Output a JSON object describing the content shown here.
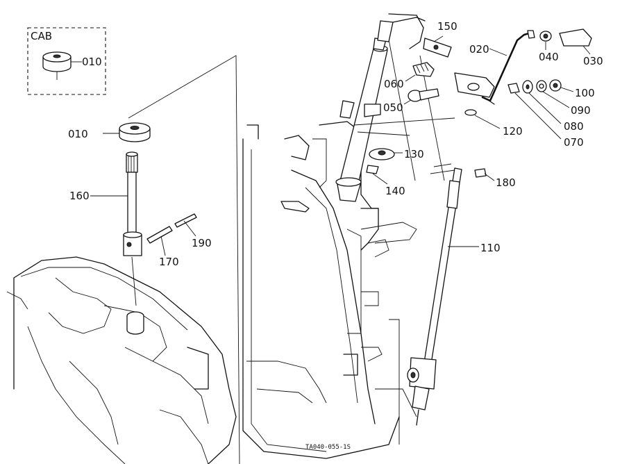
{
  "cab_box": {
    "title": "CAB",
    "part": "010"
  },
  "parts": {
    "p010": "010",
    "p020": "020",
    "p030": "030",
    "p040": "040",
    "p050": "050",
    "p060": "060",
    "p070": "070",
    "p080": "080",
    "p090": "090",
    "p100": "100",
    "p110": "110",
    "p120": "120",
    "p130": "130",
    "p140": "140",
    "p150": "150",
    "p160": "160",
    "p170": "170",
    "p180": "180",
    "p190": "190"
  },
  "drawing_code": "TA040-055-1S"
}
